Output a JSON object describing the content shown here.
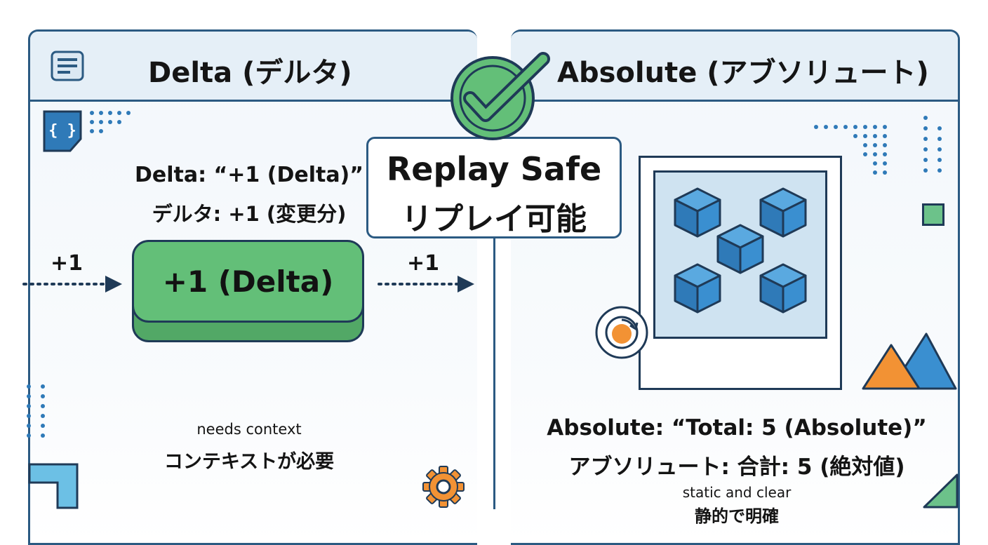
{
  "delta_panel": {
    "title": "Delta (デルタ)",
    "example_en": "Delta: “+1 (Delta)”",
    "example_ja": "デルタ: +1 (変更分)",
    "arrow_in_label": "+1",
    "arrow_out_label": "+1",
    "button_label": "+1 (Delta)",
    "note_en": "needs context",
    "note_ja": "コンテキストが必要",
    "icons": [
      "document-icon",
      "code-braces-icon",
      "gear-icon"
    ]
  },
  "absolute_panel": {
    "title": "Absolute (アブソリュート)",
    "example_en": "Absolute: “Total: 5 (Absolute)”",
    "example_ja": "アブソリュート: 合計: 5 (絶対値)",
    "note_en": "static and clear",
    "note_ja": "静的で明確",
    "cube_count": 5,
    "icons": [
      "refresh-icon",
      "mountain-icon",
      "cube-icon"
    ]
  },
  "badge": {
    "line1": "Replay Safe",
    "line2": "リプレイ可能",
    "icon": "checkmark-icon"
  },
  "colors": {
    "frame": "#2b5a82",
    "header_bg": "#e5eff7",
    "green": "#63bf78",
    "blue": "#3a8fd0",
    "orange": "#f29234",
    "dark": "#1f3a57"
  }
}
